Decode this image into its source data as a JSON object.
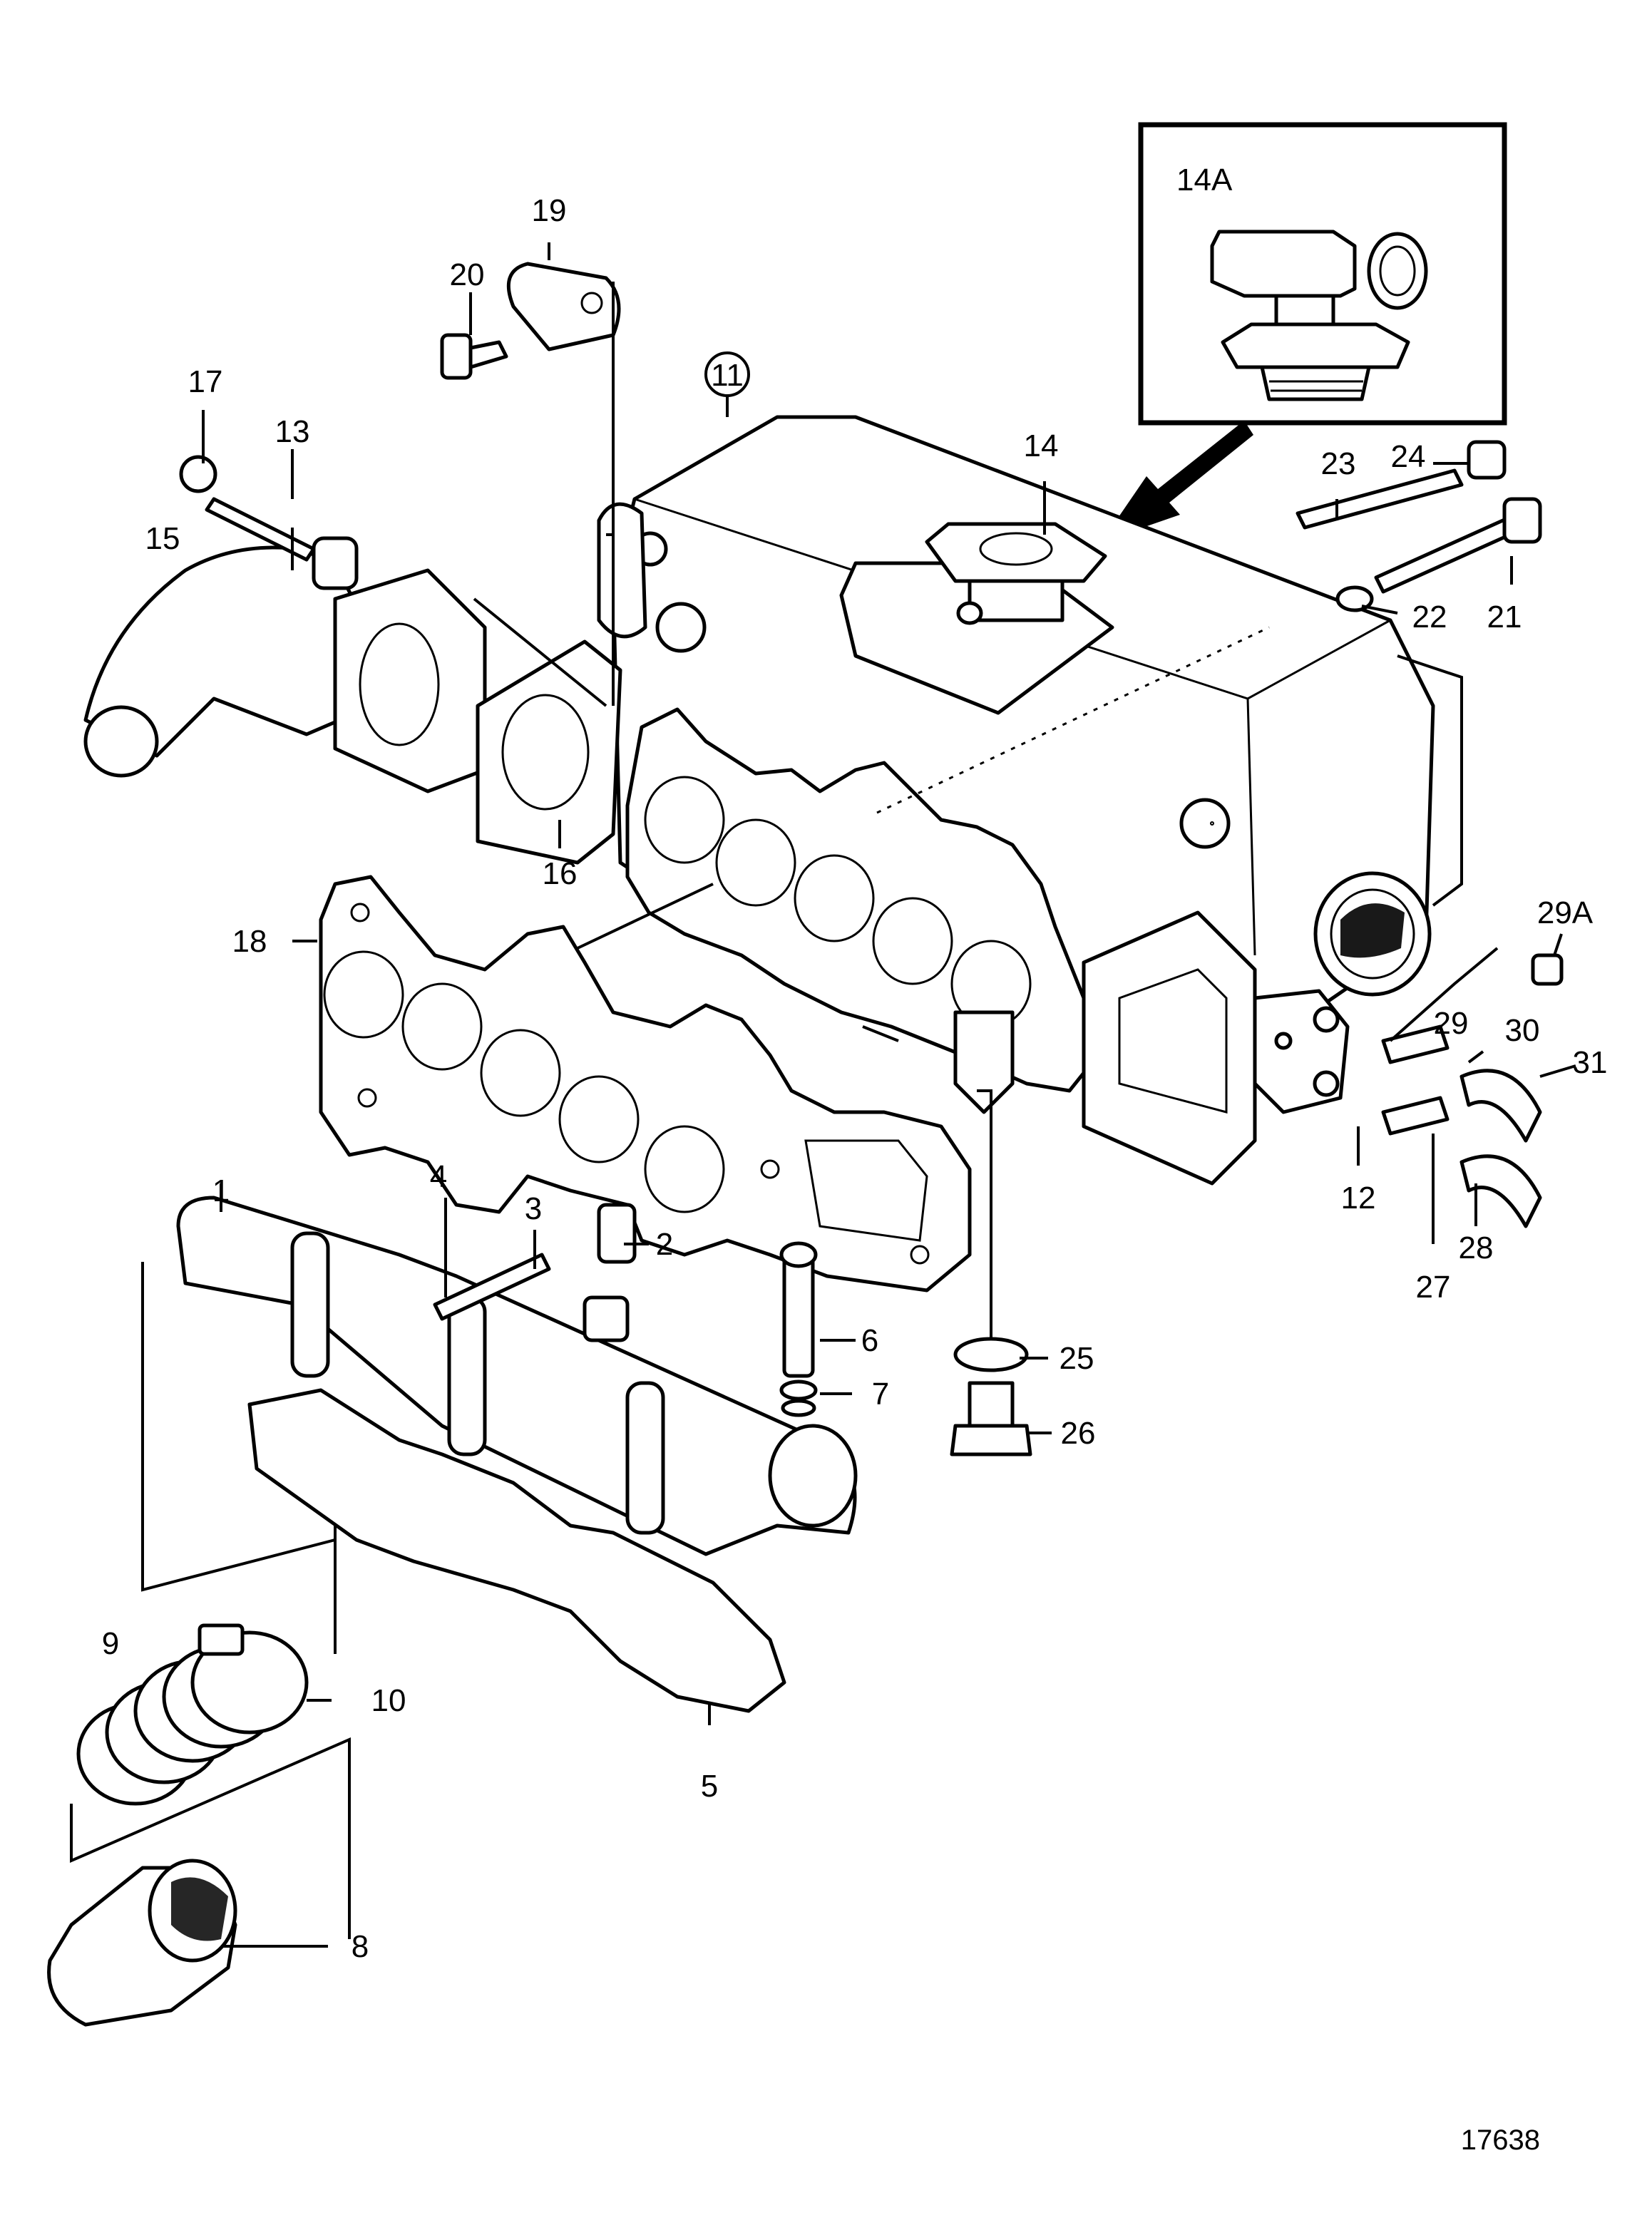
{
  "callouts": {
    "p1": "1",
    "p2": "2",
    "p3": "3",
    "p4": "4",
    "p5": "5",
    "p6": "6",
    "p7": "7",
    "p8": "8",
    "p9": "9",
    "p10": "10",
    "p11": "11",
    "p12": "12",
    "p13": "13",
    "p14": "14",
    "p14a": "14A",
    "p15": "15",
    "p16": "16",
    "p17": "17",
    "p18": "18",
    "p19": "19",
    "p20": "20",
    "p21": "21",
    "p22": "22",
    "p23": "23",
    "p24": "24",
    "p25": "25",
    "p26": "26",
    "p27": "27",
    "p28": "28",
    "p29": "29",
    "p29a": "29A",
    "p30": "30",
    "p31": "31"
  },
  "drawing_number": "17638"
}
